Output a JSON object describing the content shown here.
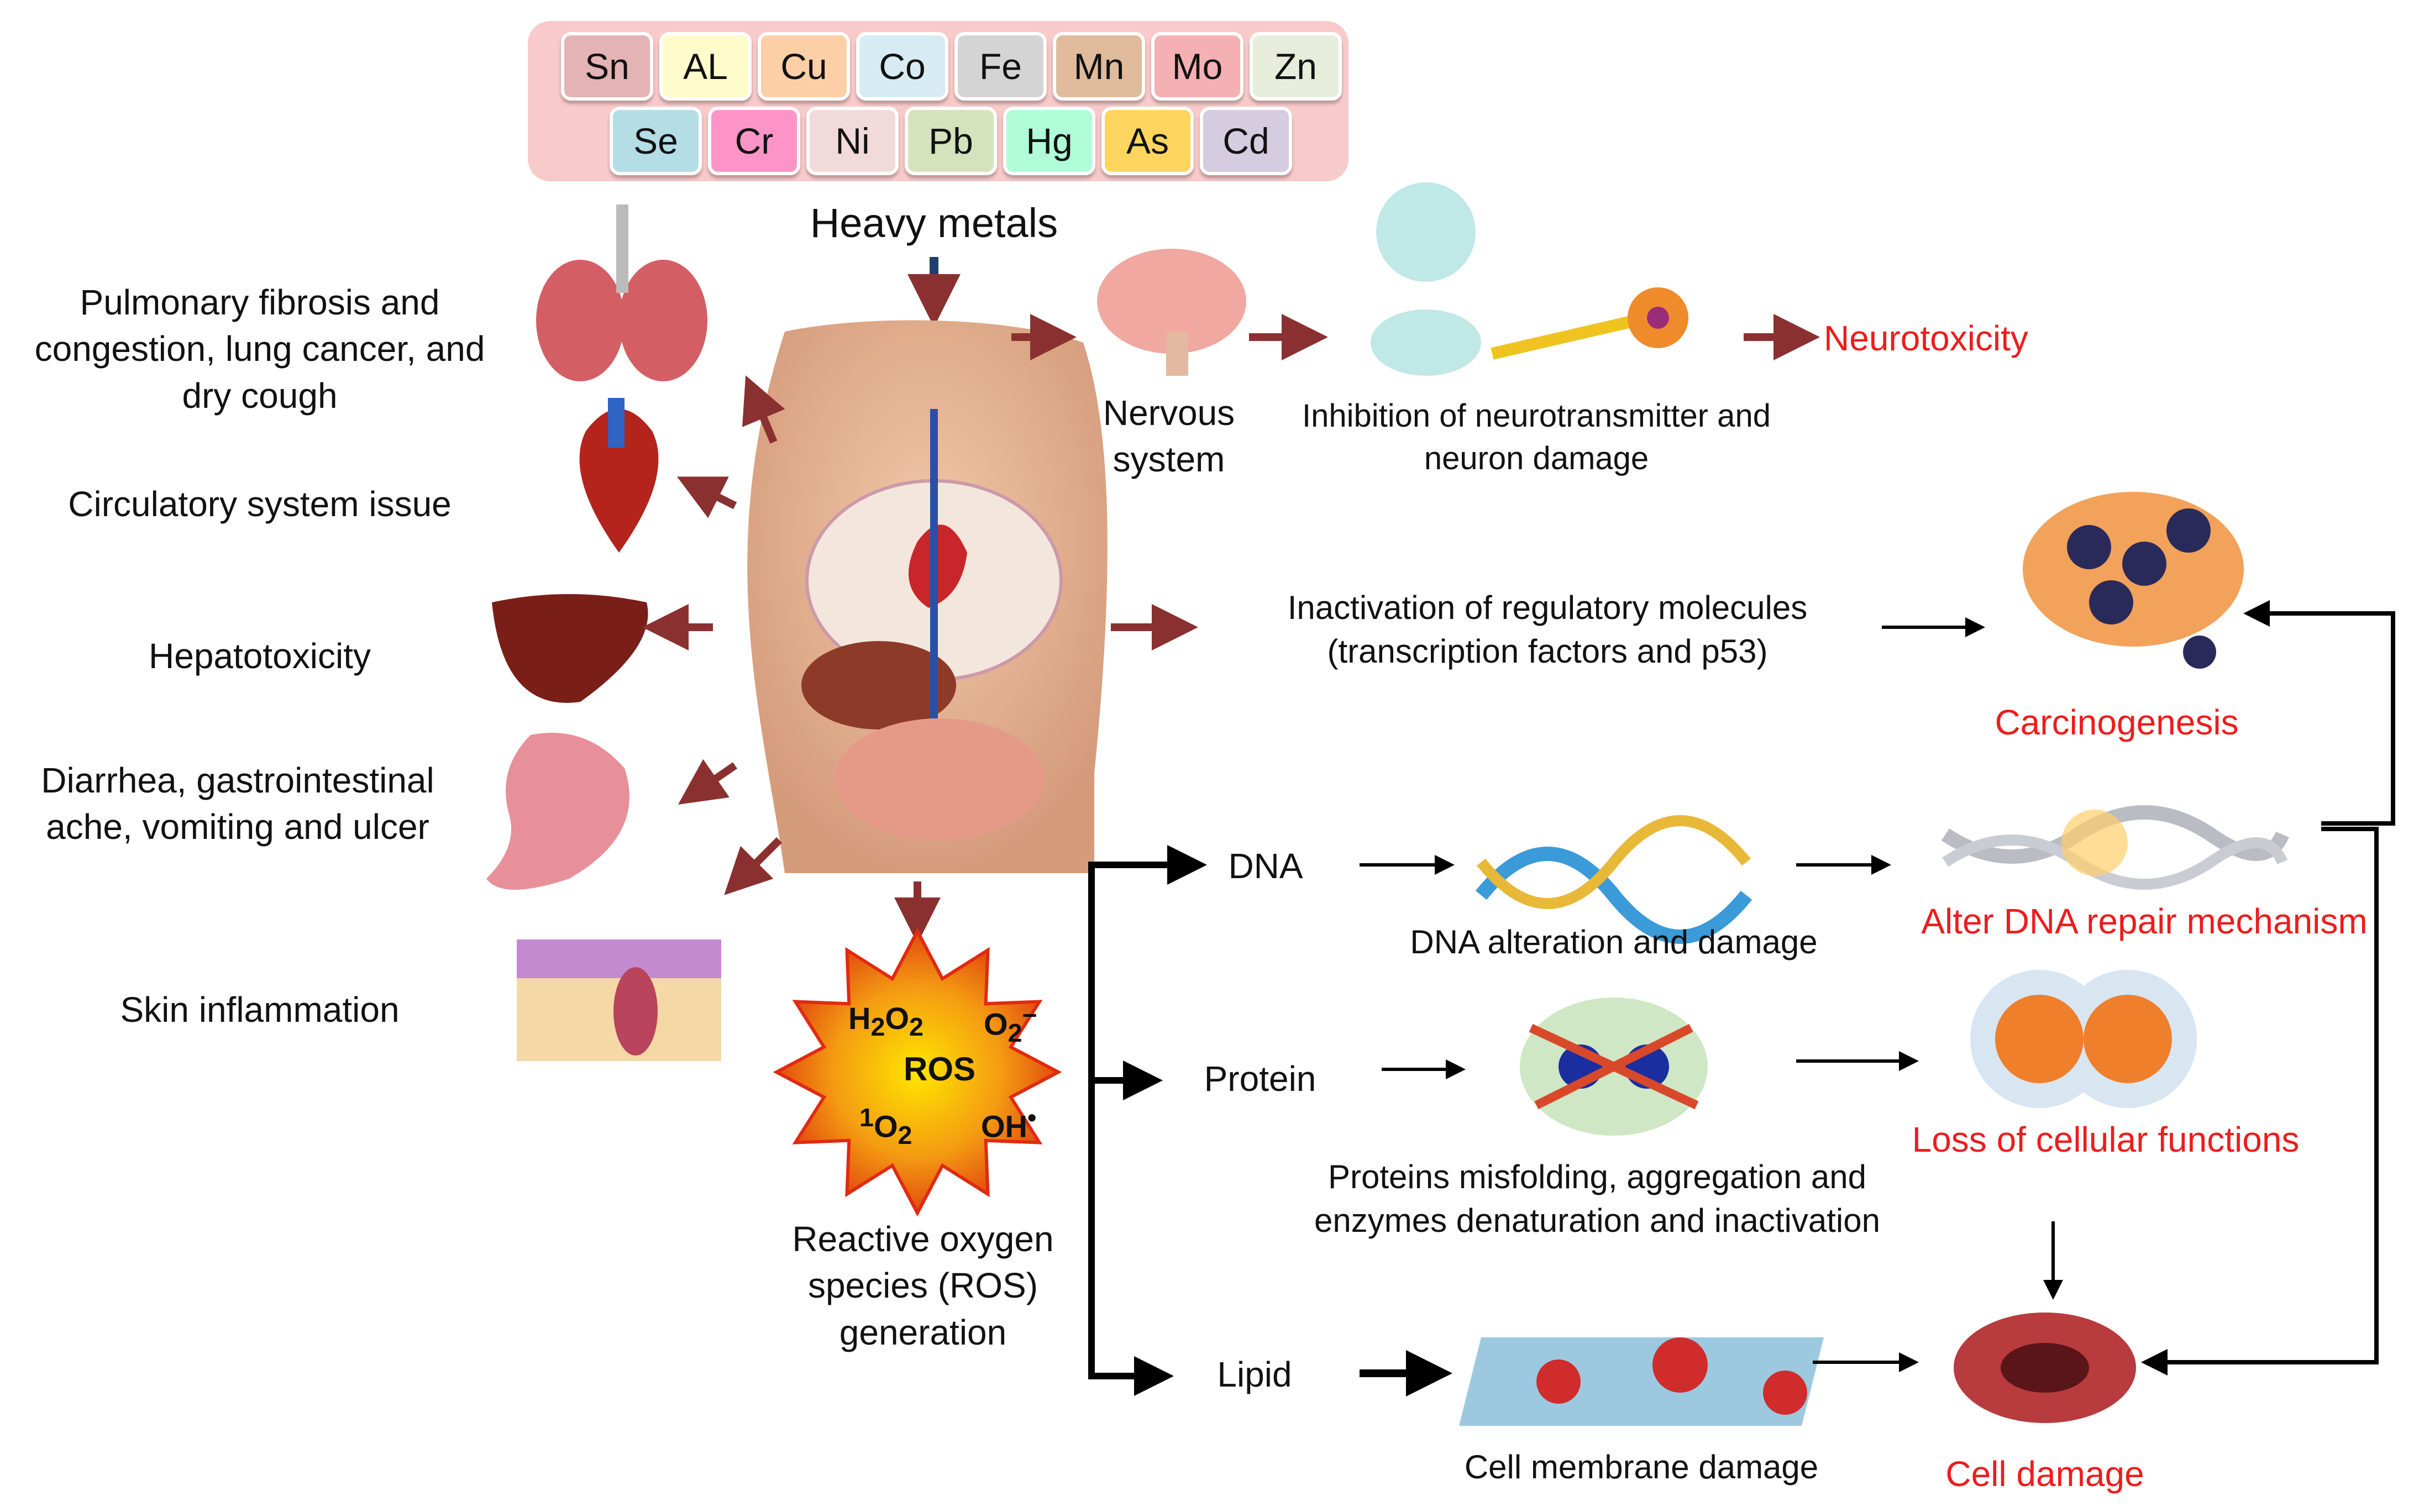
{
  "metals": {
    "row1": [
      {
        "symbol": "Sn",
        "color": "#e4b3b4"
      },
      {
        "symbol": "AL",
        "color": "#fffccc"
      },
      {
        "symbol": "Cu",
        "color": "#fdcfa6"
      },
      {
        "symbol": "Co",
        "color": "#d7ebf2"
      },
      {
        "symbol": "Fe",
        "color": "#d4d4d4"
      },
      {
        "symbol": "Mn",
        "color": "#dfbb9c"
      },
      {
        "symbol": "Mo",
        "color": "#f5b0b3"
      },
      {
        "symbol": "Zn",
        "color": "#e6eddb"
      }
    ],
    "row2": [
      {
        "symbol": "Se",
        "color": "#b5dde6"
      },
      {
        "symbol": "Cr",
        "color": "#fd94c8"
      },
      {
        "symbol": "Ni",
        "color": "#f3dada"
      },
      {
        "symbol": "Pb",
        "color": "#d4e3bb"
      },
      {
        "symbol": "Hg",
        "color": "#b0fcd8"
      },
      {
        "symbol": "As",
        "color": "#fed55e"
      },
      {
        "symbol": "Cd",
        "color": "#d6cce0"
      }
    ]
  },
  "title": "Heavy metals",
  "left_effects": {
    "lung": "Pulmonary fibrosis and congestion, lung cancer, and dry cough",
    "heart": "Circulatory system issue",
    "liver": "Hepatotoxicity",
    "stomach": "Diarrhea, gastrointestinal ache, vomiting and ulcer",
    "skin": "Skin inflammation"
  },
  "nervous": {
    "label": "Nervous system",
    "mechanism": "Inhibition of neurotransmitter and neuron damage",
    "outcome": "Neurotoxicity"
  },
  "regulatory": {
    "mechanism": "Inactivation of regulatory molecules (transcription factors and p53)",
    "outcome": "Carcinogenesis"
  },
  "ros": {
    "species": [
      "H2O2",
      "O2−",
      "ROS",
      "1O2",
      "OH•"
    ],
    "center": "ROS",
    "label": "Reactive oxygen species (ROS) generation"
  },
  "targets": {
    "dna": {
      "label": "DNA",
      "mechanism": "DNA alteration and damage",
      "outcome": "Alter DNA repair mechanism"
    },
    "protein": {
      "label": "Protein",
      "mechanism": "Proteins misfolding, aggregation and enzymes denaturation and inactivation",
      "outcome": "Loss of cellular functions"
    },
    "lipid": {
      "label": "Lipid",
      "mechanism": "Cell membrane damage",
      "outcome": "Cell damage"
    }
  },
  "colors": {
    "arrow_dark_red": "#8b3030",
    "outcome_red": "#ee1c1c",
    "heavy_arrow": "#1f3f6e"
  }
}
